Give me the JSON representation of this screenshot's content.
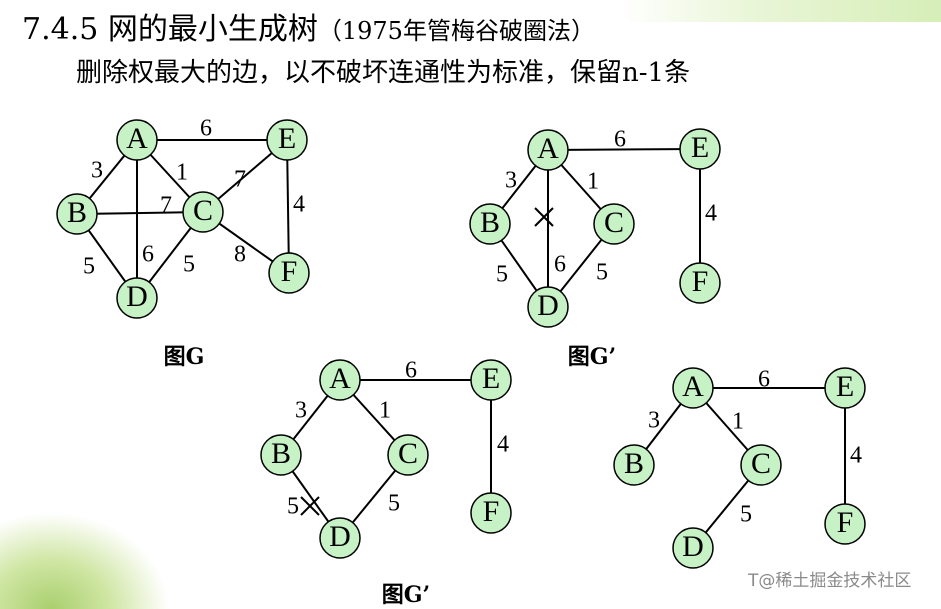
{
  "header": {
    "title": "7.4.5 网的最小生成树",
    "title_paren": "（1975年管梅谷破圈法）",
    "subtitle": "删除权最大的边，以不破坏连通性为标准，保留n-1条"
  },
  "watermark": "T@稀土掘金技术社区",
  "graphs": [
    {
      "caption": "图G",
      "nodes": [
        {
          "id": "A",
          "label": "A"
        },
        {
          "id": "B",
          "label": "B"
        },
        {
          "id": "C",
          "label": "C"
        },
        {
          "id": "D",
          "label": "D"
        },
        {
          "id": "E",
          "label": "E"
        },
        {
          "id": "F",
          "label": "F"
        }
      ],
      "edges": [
        {
          "from": "A",
          "to": "E",
          "weight": "6"
        },
        {
          "from": "A",
          "to": "B",
          "weight": "3"
        },
        {
          "from": "A",
          "to": "C",
          "weight": "1"
        },
        {
          "from": "A",
          "to": "D",
          "weight": "6"
        },
        {
          "from": "B",
          "to": "C",
          "weight": "7"
        },
        {
          "from": "B",
          "to": "D",
          "weight": "5"
        },
        {
          "from": "C",
          "to": "D",
          "weight": "5"
        },
        {
          "from": "C",
          "to": "E",
          "weight": "7"
        },
        {
          "from": "C",
          "to": "F",
          "weight": "8"
        },
        {
          "from": "E",
          "to": "F",
          "weight": "4"
        }
      ]
    },
    {
      "caption": "图G’",
      "nodes": [
        {
          "id": "A",
          "label": "A"
        },
        {
          "id": "B",
          "label": "B"
        },
        {
          "id": "C",
          "label": "C"
        },
        {
          "id": "D",
          "label": "D"
        },
        {
          "id": "E",
          "label": "E"
        },
        {
          "id": "F",
          "label": "F"
        }
      ],
      "edges": [
        {
          "from": "A",
          "to": "E",
          "weight": "6"
        },
        {
          "from": "A",
          "to": "B",
          "weight": "3"
        },
        {
          "from": "A",
          "to": "C",
          "weight": "1"
        },
        {
          "from": "A",
          "to": "D",
          "weight": "6",
          "crossed": true
        },
        {
          "from": "B",
          "to": "D",
          "weight": "5"
        },
        {
          "from": "C",
          "to": "D",
          "weight": "5"
        },
        {
          "from": "E",
          "to": "F",
          "weight": "4"
        }
      ]
    },
    {
      "caption": "图G’",
      "nodes": [
        {
          "id": "A",
          "label": "A"
        },
        {
          "id": "B",
          "label": "B"
        },
        {
          "id": "C",
          "label": "C"
        },
        {
          "id": "D",
          "label": "D"
        },
        {
          "id": "E",
          "label": "E"
        },
        {
          "id": "F",
          "label": "F"
        }
      ],
      "edges": [
        {
          "from": "A",
          "to": "E",
          "weight": "6"
        },
        {
          "from": "A",
          "to": "B",
          "weight": "3"
        },
        {
          "from": "A",
          "to": "C",
          "weight": "1"
        },
        {
          "from": "B",
          "to": "D",
          "weight": "5",
          "crossed": true
        },
        {
          "from": "C",
          "to": "D",
          "weight": "5"
        },
        {
          "from": "E",
          "to": "F",
          "weight": "4"
        }
      ]
    },
    {
      "caption": "",
      "nodes": [
        {
          "id": "A",
          "label": "A"
        },
        {
          "id": "B",
          "label": "B"
        },
        {
          "id": "C",
          "label": "C"
        },
        {
          "id": "D",
          "label": "D"
        },
        {
          "id": "E",
          "label": "E"
        },
        {
          "id": "F",
          "label": "F"
        }
      ],
      "edges": [
        {
          "from": "A",
          "to": "E",
          "weight": "6"
        },
        {
          "from": "A",
          "to": "B",
          "weight": "3"
        },
        {
          "from": "A",
          "to": "C",
          "weight": "1"
        },
        {
          "from": "C",
          "to": "D",
          "weight": "5"
        },
        {
          "from": "E",
          "to": "F",
          "weight": "4"
        }
      ]
    }
  ]
}
